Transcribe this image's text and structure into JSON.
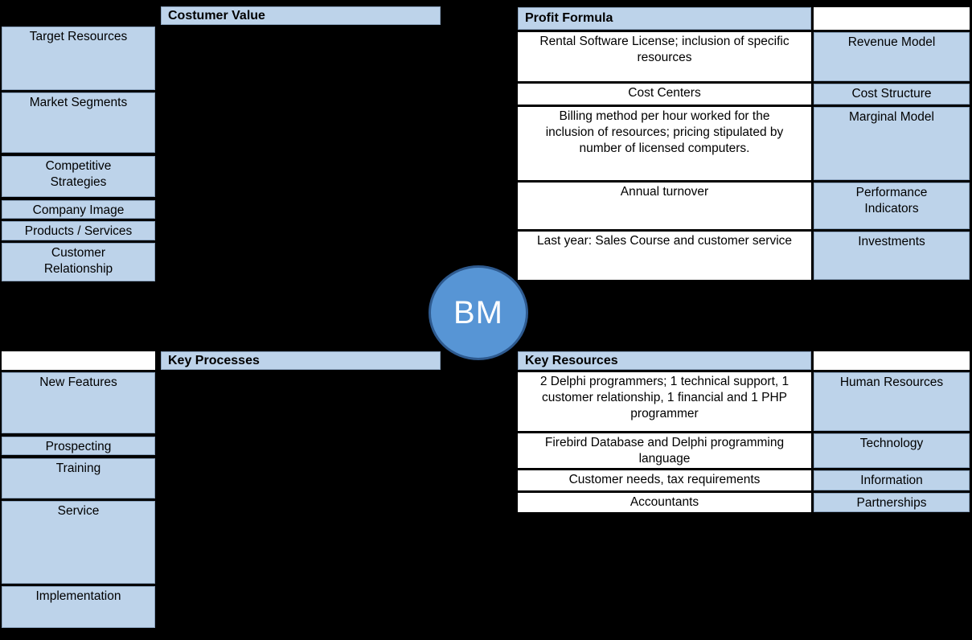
{
  "center": {
    "label": "BM"
  },
  "colors": {
    "background": "#000000",
    "cell_blue": "#BDD3EA",
    "cell_blue_border": "#8BA3BE",
    "cell_white": "#FFFFFF",
    "circle_fill": "#5795D5",
    "circle_border": "#2E5A8F",
    "text": "#000000"
  },
  "customer_value": {
    "header": "Costumer Value",
    "items": [
      "Target Resources",
      "Market Segments",
      "Competitive Strategies",
      "Company Image",
      "Products / Services",
      "Customer Relationship"
    ]
  },
  "profit_formula": {
    "header": "Profit Formula",
    "rows": [
      {
        "content": "Rental Software License; inclusion of specific resources",
        "label": "Revenue Model"
      },
      {
        "content": "Cost Centers",
        "label": "Cost Structure"
      },
      {
        "content": "Billing method per hour worked for the inclusion of resources; pricing stipulated by number of licensed computers.",
        "label": "Marginal Model"
      },
      {
        "content": "Annual turnover",
        "label": "Performance Indicators"
      },
      {
        "content": "Last year: Sales Course and customer service",
        "label": "Investments"
      }
    ]
  },
  "key_processes": {
    "header": "Key Processes",
    "items": [
      "New Features",
      "Prospecting",
      "Training",
      "Service",
      "Implementation"
    ]
  },
  "key_resources": {
    "header": "Key Resources",
    "rows": [
      {
        "content": "2 Delphi programmers; 1 technical support, 1 customer relationship, 1 financial and 1 PHP programmer",
        "label": "Human Resources"
      },
      {
        "content": "Firebird Database and Delphi programming language",
        "label": "Technology"
      },
      {
        "content": "Customer needs, tax requirements",
        "label": "Information"
      },
      {
        "content": "Accountants",
        "label": "Partnerships"
      }
    ]
  }
}
